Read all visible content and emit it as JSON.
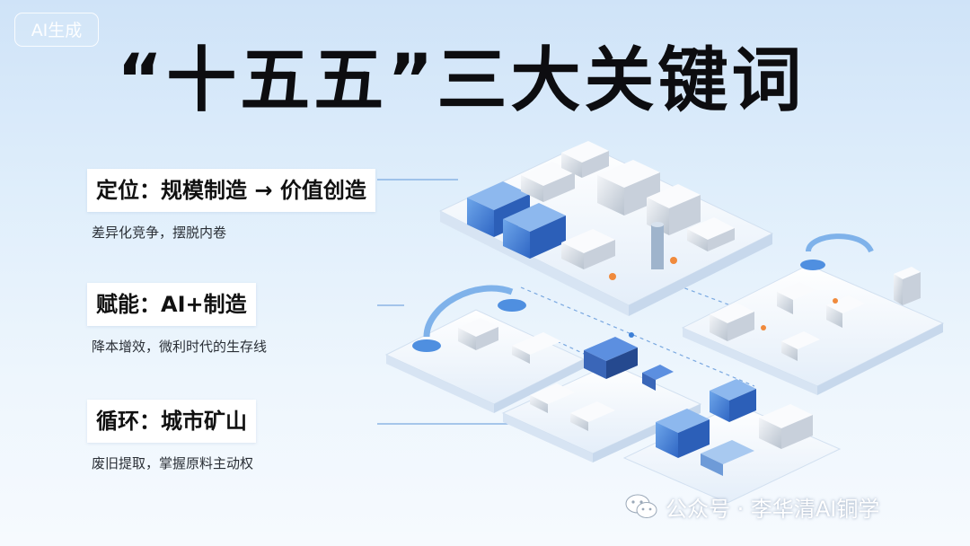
{
  "badge": "AI生成",
  "title": "“十五五”三大关键词",
  "keywords": [
    {
      "head": "定位：规模制造 → 价值创造",
      "sub": "差异化竞争，摆脱内卷"
    },
    {
      "head": "赋能：AI+制造",
      "sub": "降本增效，微利时代的生存线"
    },
    {
      "head": "循环：城市矿山",
      "sub": "废旧提取，掌握原料主动权"
    }
  ],
  "watermark": {
    "icon": "wechat-icon",
    "text": "公众号 · 李华清AI铜学"
  },
  "colors": {
    "accent": "#3c7fd6",
    "title": "#0d0d10"
  }
}
